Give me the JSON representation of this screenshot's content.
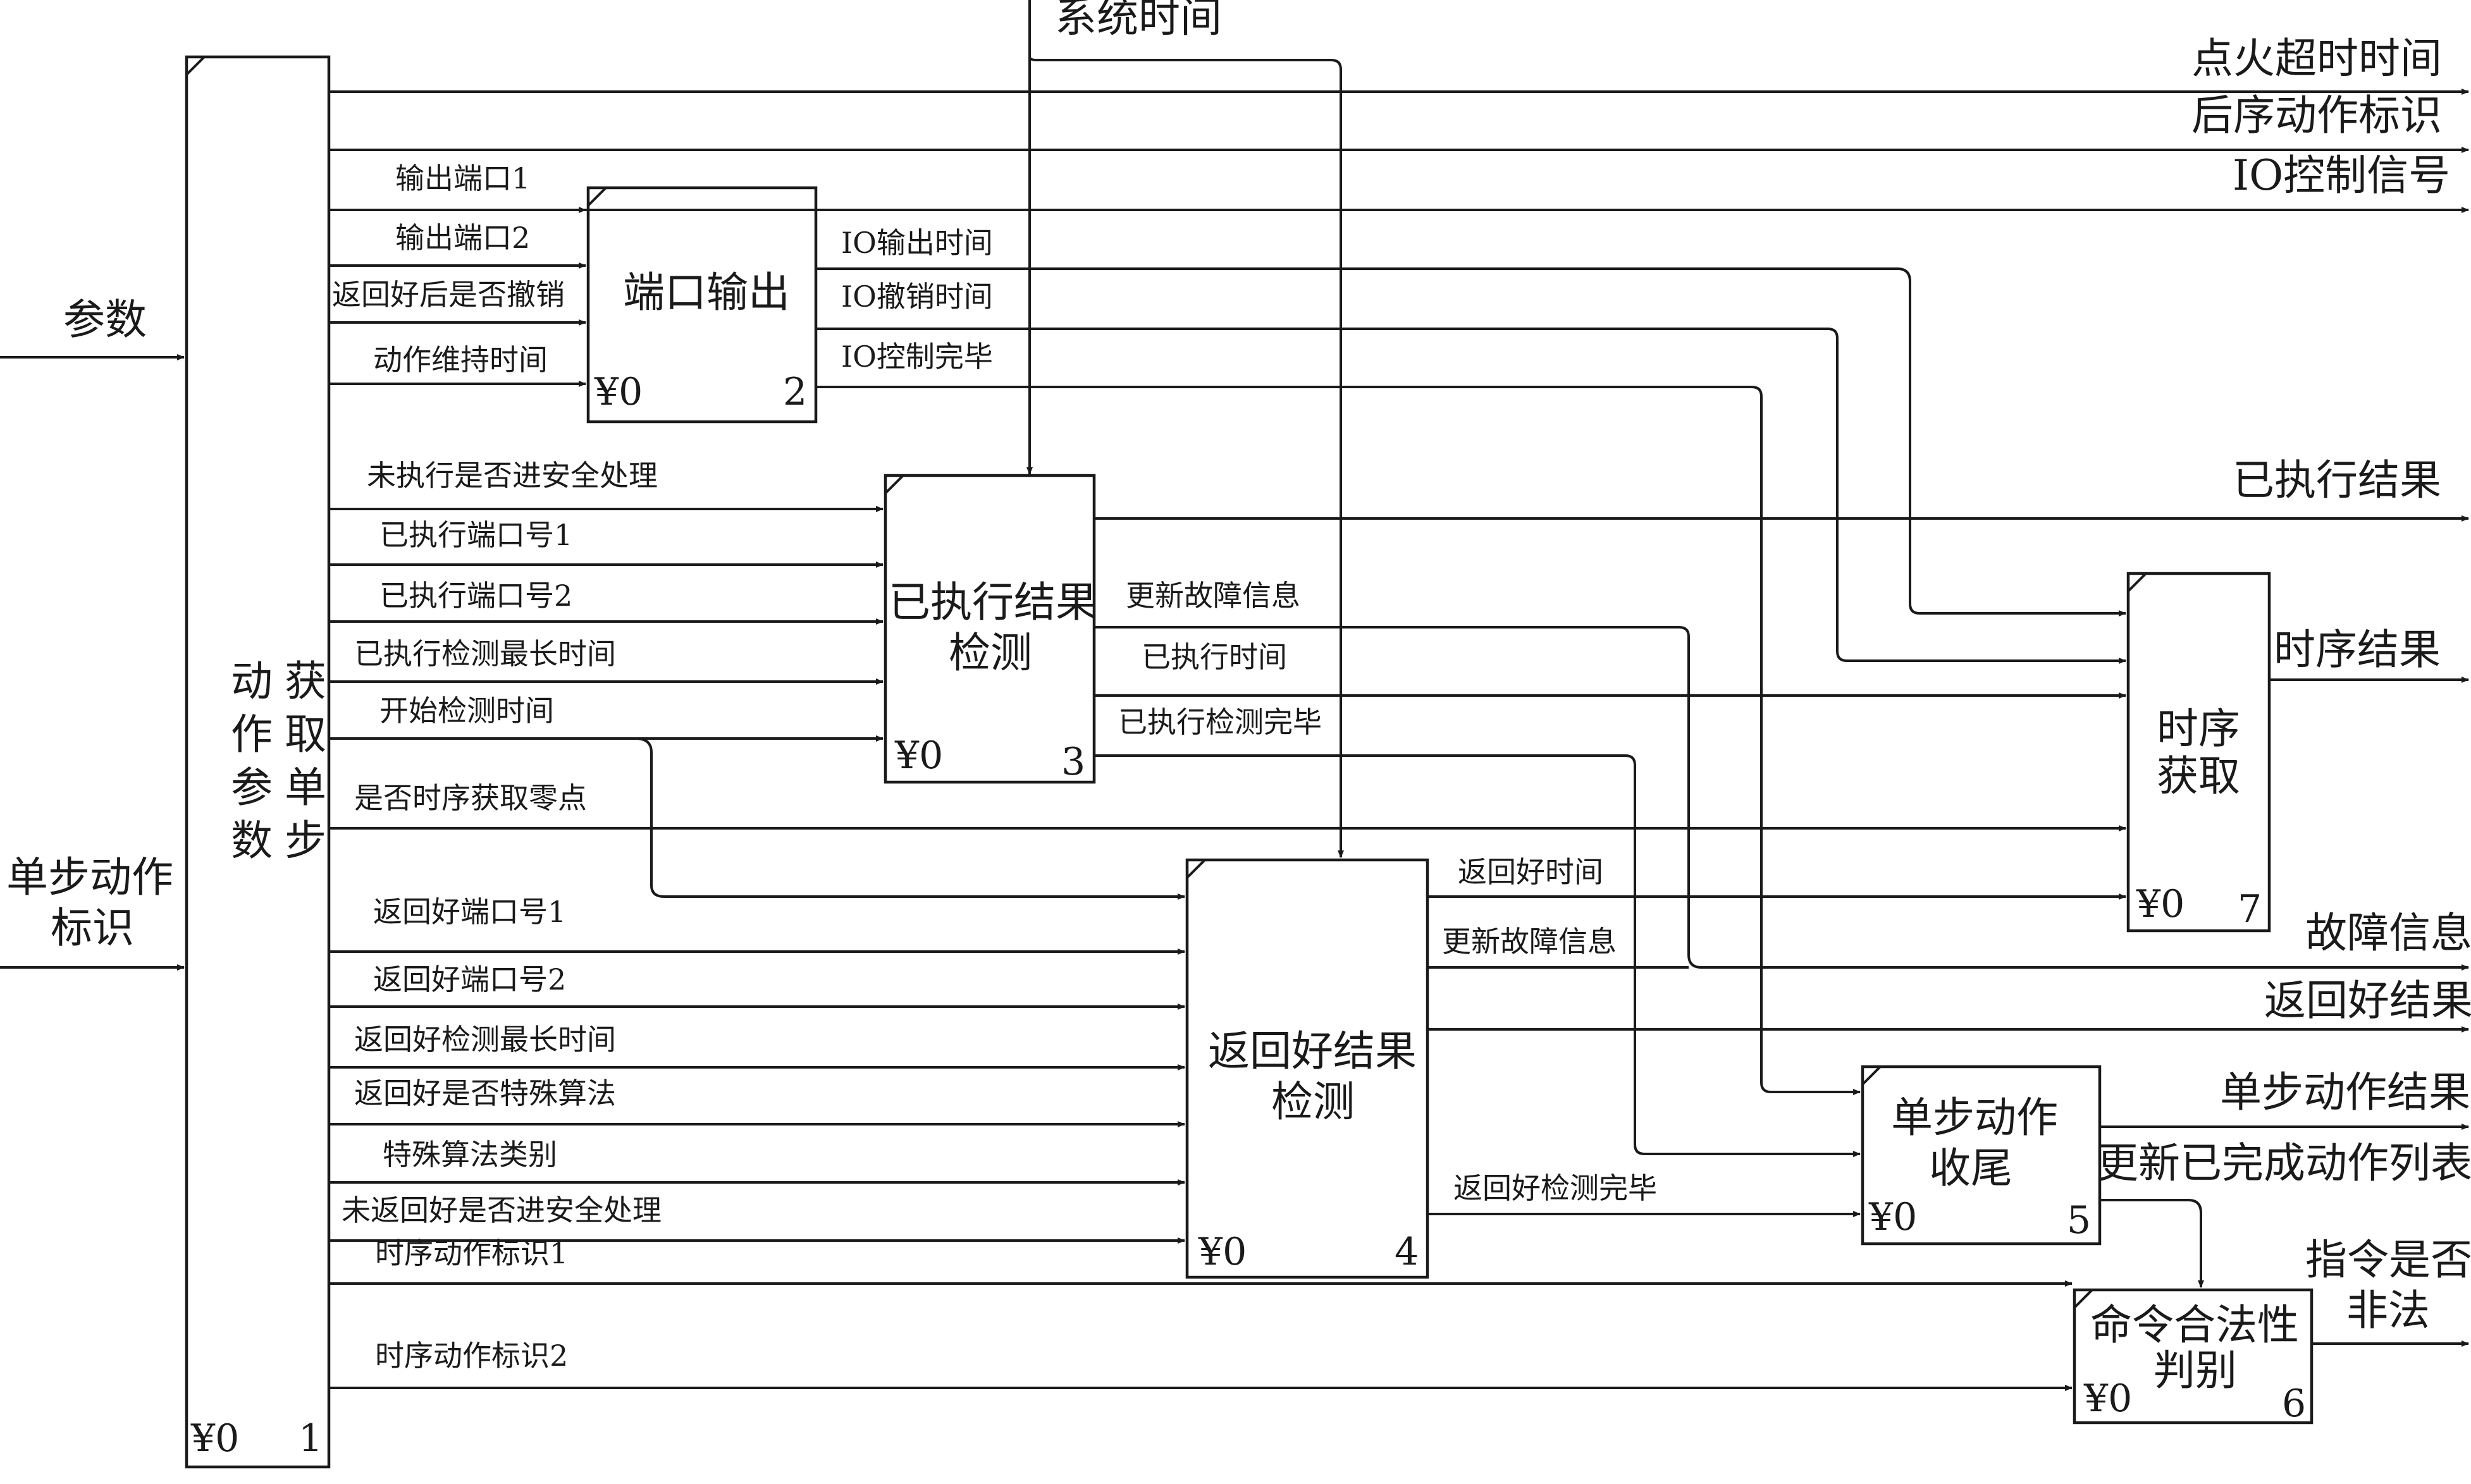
{
  "system_time": "系统时间",
  "left_inputs": {
    "param": "参数",
    "step_flag_1": "单步动作",
    "step_flag_2": "标识"
  },
  "boxes": {
    "b1": {
      "title_lines": [
        "获",
        "取",
        "单",
        "步"
      ],
      "title_lines_2": [
        "动",
        "作",
        "参",
        "数"
      ],
      "tag": "¥0",
      "num": "1"
    },
    "b2": {
      "title": "端口输出",
      "tag": "¥0",
      "num": "2"
    },
    "b3": {
      "title_1": "已执行结果",
      "title_2": "检测",
      "tag": "¥0",
      "num": "3"
    },
    "b4": {
      "title_1": "返回好结果",
      "title_2": "检测",
      "tag": "¥0",
      "num": "4"
    },
    "b5": {
      "title_1": "单步动作",
      "title_2": "收尾",
      "tag": "¥0",
      "num": "5"
    },
    "b6": {
      "title_1": "命令合法性",
      "title_2": "判别",
      "tag": "¥0",
      "num": "6"
    },
    "b7": {
      "title_1": "时序",
      "title_2": "获取",
      "tag": "¥0",
      "num": "7"
    }
  },
  "labels": {
    "out_port1": "输出端口1",
    "out_port2": "输出端口2",
    "revoke_after_ok": "返回好后是否撤销",
    "action_hold_time": "动作维持时间",
    "io_out_time": "IO输出时间",
    "io_revoke_time": "IO撤销时间",
    "io_ctrl_done": "IO控制完毕",
    "unexec_safe": "未执行是否进安全处理",
    "exec_port1": "已执行端口号1",
    "exec_port2": "已执行端口号2",
    "exec_max_time": "已执行检测最长时间",
    "start_detect_time": "开始检测时间",
    "timing_zero": "是否时序获取零点",
    "update_fault_1": "更新故障信息",
    "exec_time": "已执行时间",
    "exec_detect_done": "已执行检测完毕",
    "ret_time": "返回好时间",
    "update_fault_2": "更新故障信息",
    "ret_port1": "返回好端口号1",
    "ret_port2": "返回好端口号2",
    "ret_max_time": "返回好检测最长时间",
    "ret_special_algo": "返回好是否特殊算法",
    "special_algo_type": "特殊算法类别",
    "unret_safe": "未返回好是否进安全处理",
    "ret_detect_done": "返回好检测完毕",
    "timing_flag1": "时序动作标识1",
    "timing_flag2": "时序动作标识2"
  },
  "outputs": {
    "ignition_timeout": "点火超时时间",
    "follow_action": "后序动作标识",
    "io_ctrl_signal": "IO控制信号",
    "exec_result": "已执行结果",
    "timing_result": "时序结果",
    "fault_info": "故障信息",
    "ret_result": "返回好结果",
    "step_result": "单步动作结果",
    "update_done_list": "更新已完成动作列表",
    "cmd_illegal_1": "指令是否",
    "cmd_illegal_2": "非法"
  }
}
